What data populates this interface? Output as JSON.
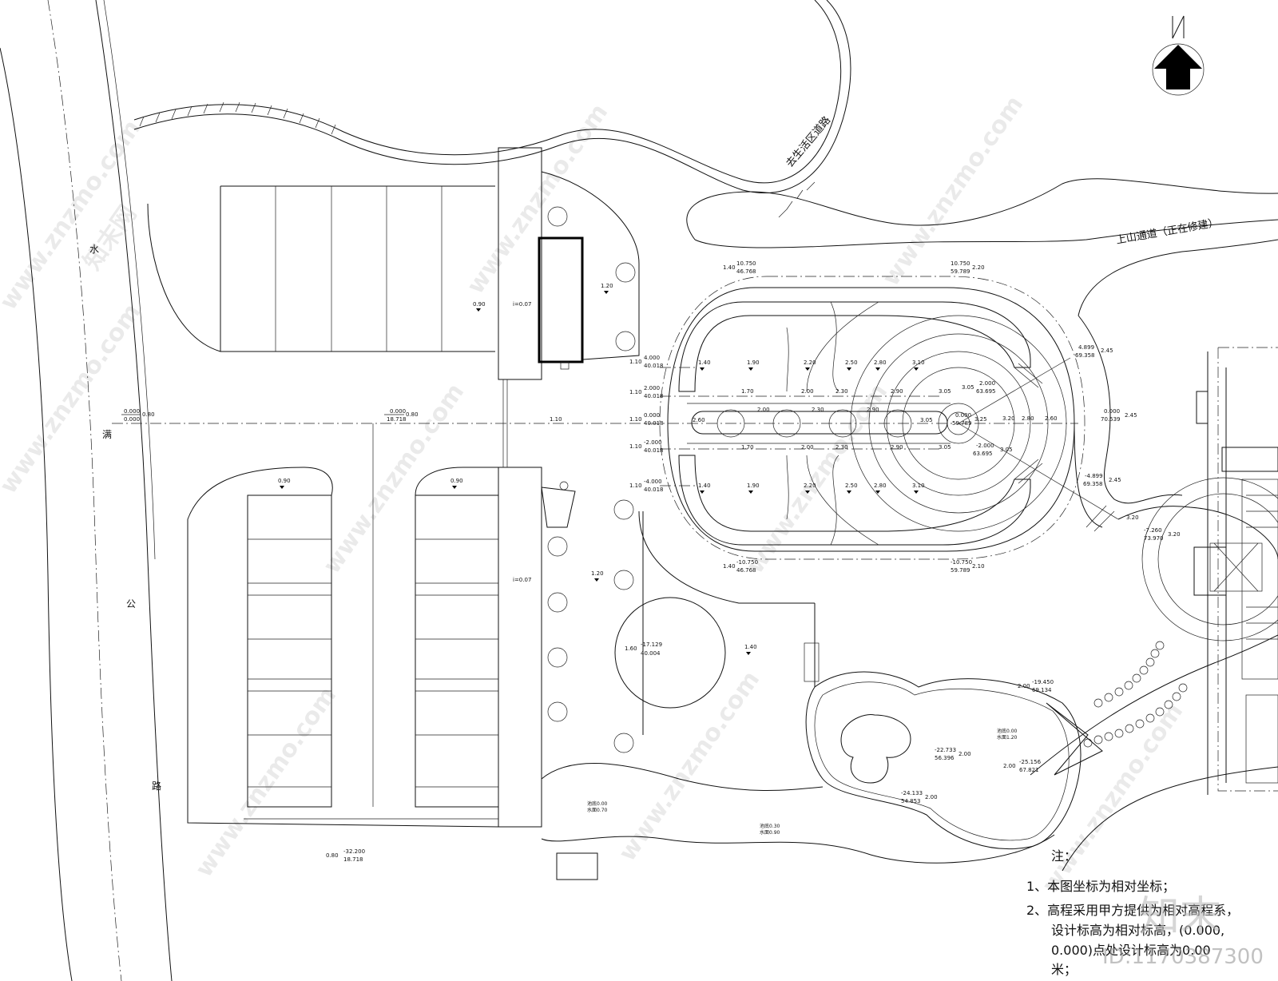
{
  "north_label": "N",
  "road_labels": {
    "shui": "水",
    "man": "满",
    "gong": "公",
    "lu": "路",
    "living_area_road": "去生活区道路",
    "mountain_road": "上山通道（正在修建）"
  },
  "slope_labels": {
    "slope_top": "i=0.07",
    "slope_bottom": "i=0.07"
  },
  "level_labels": {
    "p1": "0.90",
    "p2": "1.20",
    "p3": "0.90",
    "p4": "0.90",
    "p5": "1.20",
    "p6": "1.40",
    "h1": "1.40",
    "h2": "1.90",
    "h3": "2.20",
    "h4": "2.50",
    "h5": "2.80",
    "h6": "3.10",
    "h7": "1.70",
    "h8": "2.00",
    "h9": "2.30",
    "h10": "2.90",
    "h11": "3.05",
    "h12": "2.00",
    "h13": "2.30",
    "h14": "2.60",
    "h15": "2.90",
    "h16": "3.05",
    "h17": "3.20",
    "h18": "2.80",
    "h19": "2.60",
    "h20": "1.70",
    "h21": "2.00",
    "h22": "2.30",
    "h23": "2.90",
    "h24": "3.05",
    "h25": "1.40",
    "h26": "1.90",
    "h27": "2.20",
    "h28": "2.50",
    "h29": "2.80",
    "h30": "3.10"
  },
  "coord_labels": {
    "c1_top": "0.000",
    "c1_bot": "0.000",
    "c1_side": "0.80",
    "c2_top": "0.000",
    "c2_bot": "18.718",
    "c2_side": "0.80",
    "c3_top": "-32.200",
    "c3_bot": "18.718",
    "c3_side": "0.80",
    "c4_top": "10.750",
    "c4_bot": "46.768",
    "c4_side": "1.40",
    "c5_top": "10.750",
    "c5_bot": "59.789",
    "c5_side": "2.20",
    "c6_top": "4.000",
    "c6_bot": "40.018",
    "c6_side": "1.10",
    "c7_top": "2.000",
    "c7_bot": "40.018",
    "c7_side": "1.10",
    "c8_top": "0.000",
    "c8_bot": "40.018",
    "c8_side": "1.10",
    "c9_top": "-2.000",
    "c9_bot": "40.018",
    "c9_side": "1.10",
    "c10_top": "-4.000",
    "c10_bot": "40.018",
    "c10_side": "1.10",
    "c11_top": "4.899",
    "c11_bot": "69.358",
    "c11_side": "2.45",
    "c12_top": "2.000",
    "c12_bot": "63.695",
    "c12_side": "3.05",
    "c13_top": "0.000",
    "c13_bot": "59.789",
    "c13_side": "3.25",
    "c14_top": "-2.000",
    "c14_bot": "63.695",
    "c14_side": "3.05",
    "c15_top": "0.000",
    "c15_bot": "70.539",
    "c15_side": "2.45",
    "c16_top": "-4.899",
    "c16_bot": "69.358",
    "c16_side": "2.45",
    "c17_top": "-7.260",
    "c17_bot": "73.970",
    "c17_side": "3.20",
    "c18_top": "-10.750",
    "c18_bot": "46.768",
    "c18_side": "1.40",
    "c19_top": "-10.750",
    "c19_bot": "59.789",
    "c19_side": "2.10",
    "c20_top": "-17.129",
    "c20_bot": "40.004",
    "c20_side": "1.60",
    "c21_top": "-19.450",
    "c21_bot": "69.134",
    "c21_side": "2.00",
    "c22_top": "-22.733",
    "c22_bot": "56.396",
    "c22_side": "2.00",
    "c23_top": "-25.156",
    "c23_bot": "67.821",
    "c23_side": "2.00",
    "c24_top": "-24.133",
    "c24_bot": "54.853",
    "c24_side": "2.00",
    "c25_top": "1.10"
  },
  "water_labels": {
    "w1a": "池底0.00",
    "w1b": "水面0.70",
    "w2a": "池底0.30",
    "w2b": "水面0.90",
    "w3a": "池底0.00",
    "w3b": "水面1.20",
    "w3c": "3.20"
  },
  "notes": {
    "title": "注：",
    "line1": "1、本图坐标为相对坐标；",
    "line2": "2、高程采用甲方提供为相对高程系，",
    "line3": "设计标高为相对标高，(0.000,",
    "line4": "0.000)点处设计标高为0.00",
    "line5": "米；"
  },
  "watermark": {
    "site": "www.znzmo.com",
    "brand": "知末网",
    "logo": "知末",
    "id": "ID:1170387300"
  }
}
